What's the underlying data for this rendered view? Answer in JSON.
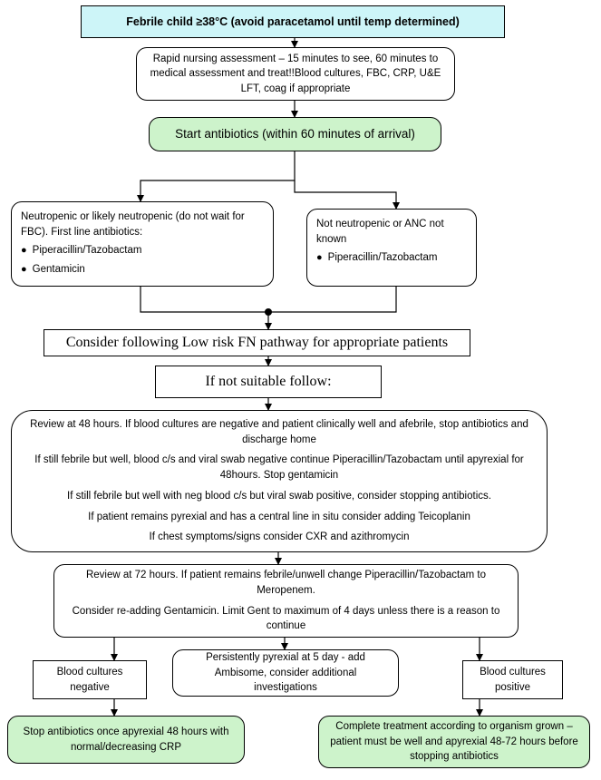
{
  "nodes": {
    "start": "Febrile child ≥38°C (avoid paracetamol until temp determined)",
    "assessment": "Rapid nursing assessment – 15 minutes to see, 60 minutes to medical assessment and treat!!Blood cultures, FBC, CRP, U&E LFT, coag if appropriate",
    "antibiotics": "Start antibiotics (within 60 minutes of arrival)",
    "neutropenic": {
      "text": "Neutropenic or likely neutropenic (do not wait for FBC).  First line antibiotics:",
      "items": [
        "Piperacillin/Tazobactam",
        "Gentamicin"
      ]
    },
    "not_neutropenic": {
      "text": "Not neutropenic or ANC not known",
      "items": [
        "Piperacillin/Tazobactam"
      ]
    },
    "low_risk": "Consider following Low risk FN pathway for appropriate patients",
    "not_suitable": "If not suitable follow:",
    "review48": [
      "Review at 48 hours.  If blood cultures are negative and patient clinically well and afebrile, stop antibiotics and discharge home",
      "If still febrile but well, blood c/s and viral swab negative continue Piperacillin/Tazobactam until apyrexial for 48hours. Stop gentamicin",
      "If still febrile but well with neg blood c/s but viral swab positive, consider stopping antibiotics.",
      "If patient remains pyrexial and has a central line in situ consider adding Teicoplanin",
      "If chest symptoms/signs consider CXR and azithromycin"
    ],
    "review72": [
      "Review at 72 hours. If patient remains febrile/unwell change Piperacillin/Tazobactam to Meropenem.",
      "Consider re-adding Gentamicin. Limit Gent to maximum of 4 days unless there is a reason to continue"
    ],
    "cultures_negative": "Blood cultures negative",
    "persistent": "Persistently pyrexial at 5 day - add Ambisome, consider additional investigations",
    "cultures_positive": "Blood cultures positive",
    "stop_antibiotics": "Stop antibiotics once apyrexial 48 hours with normal/decreasing CRP",
    "complete_treatment": "Complete treatment according to organism grown – patient must be well and apyrexial 48-72 hours before stopping antibiotics"
  },
  "colors": {
    "start_fill": "#cdf5f8",
    "green_fill": "#cdf3cb",
    "line": "#000000"
  }
}
